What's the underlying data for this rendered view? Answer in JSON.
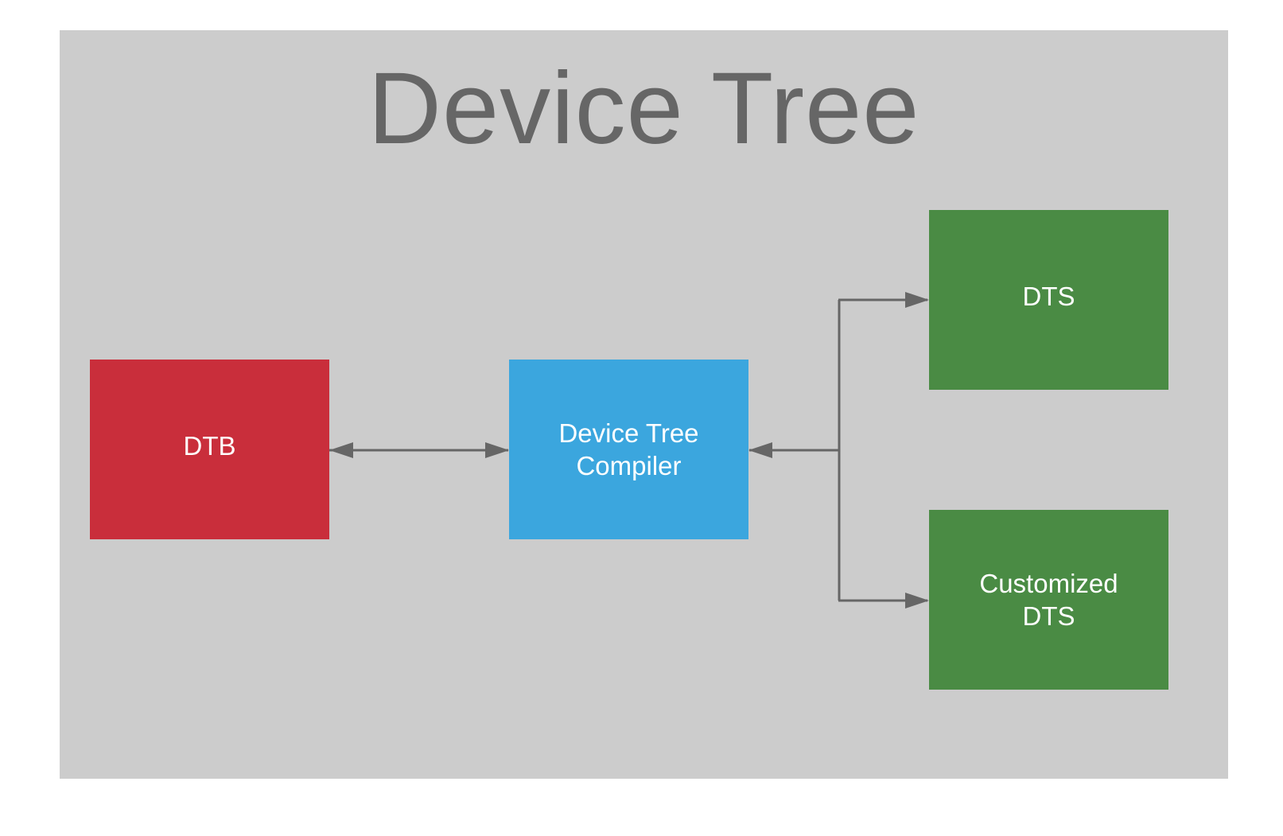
{
  "diagram": {
    "title": "Device Tree",
    "nodes": {
      "dtb": {
        "label": "DTB",
        "color": "#c92e3b"
      },
      "compiler": {
        "label_line1": "Device Tree",
        "label_line2": "Compiler",
        "color": "#3ba6de"
      },
      "dts": {
        "label": "DTS",
        "color": "#4a8b44"
      },
      "customized_dts": {
        "label_line1": "Customized",
        "label_line2": "DTS",
        "color": "#4a8b44"
      }
    },
    "edges": [
      {
        "from": "dtb",
        "to": "compiler",
        "direction": "bidirectional"
      },
      {
        "from": "dts",
        "to": "compiler",
        "direction": "bidirectional"
      },
      {
        "from": "customized_dts",
        "to": "compiler",
        "direction": "bidirectional"
      }
    ],
    "colors": {
      "background": "#cccccc",
      "title": "#666666",
      "connector": "#666666"
    }
  }
}
